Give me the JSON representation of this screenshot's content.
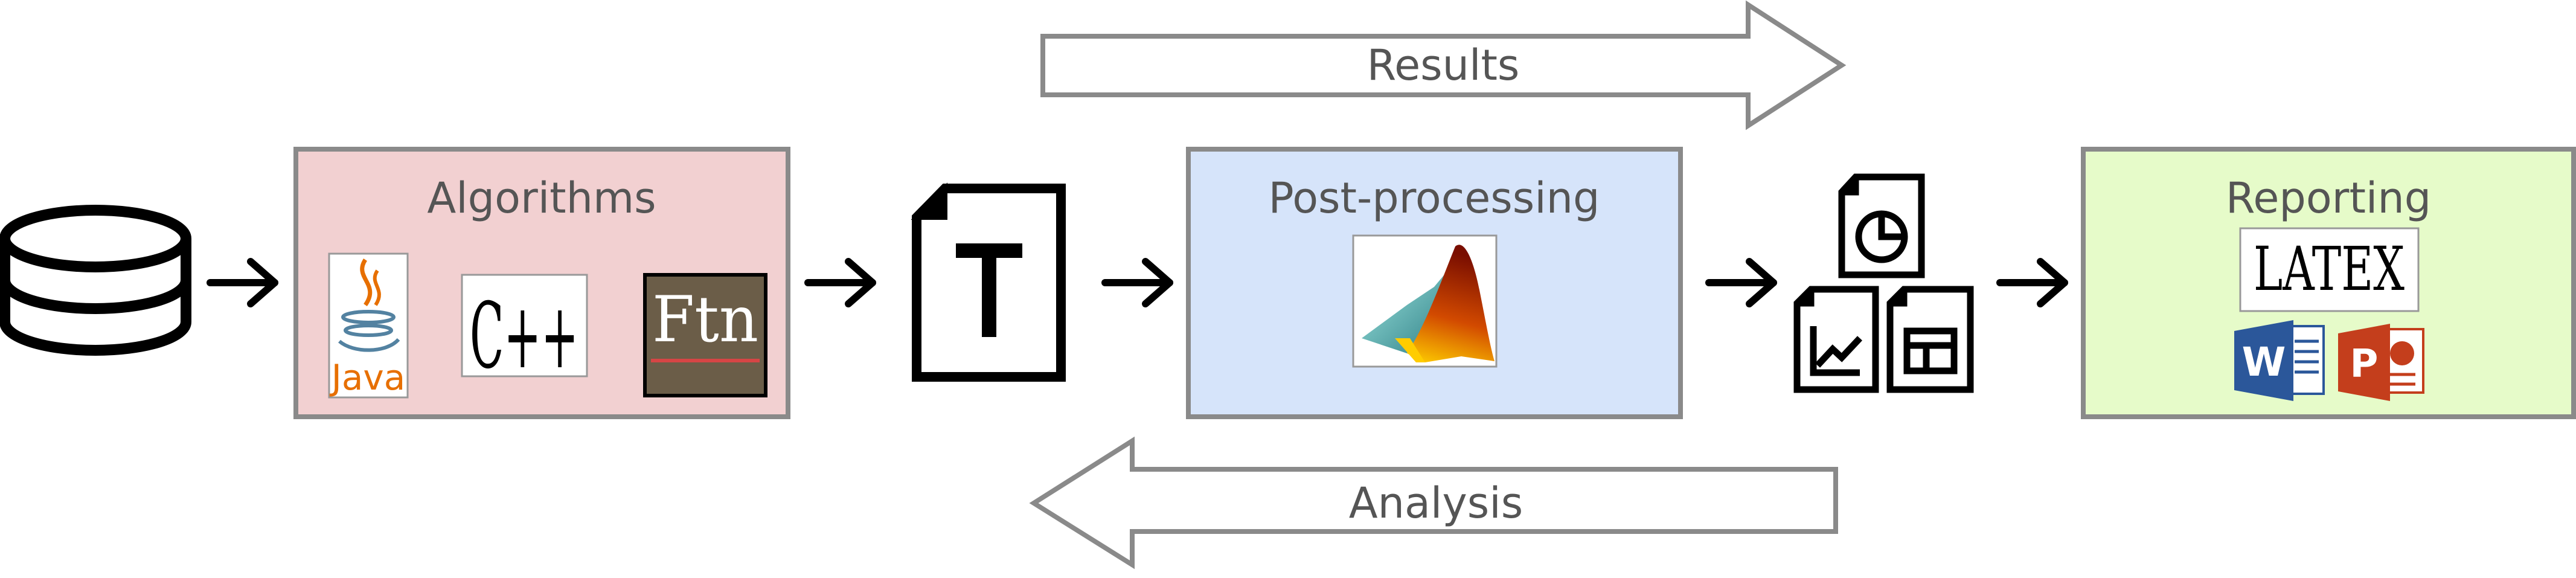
{
  "arrows": {
    "results_label": "Results",
    "analysis_label": "Analysis"
  },
  "stages": {
    "algorithms": {
      "title": "Algorithms",
      "logos": {
        "java_text": "Java",
        "cpp_text": "C++",
        "fortran_text": "Ftn"
      }
    },
    "postprocessing": {
      "title": "Post-processing"
    },
    "reporting": {
      "title": "Reporting",
      "logos": {
        "latex_text": "LATEX",
        "word_letter": "W",
        "powerpoint_letter": "P"
      }
    }
  },
  "colors": {
    "algorithms_fill": "#f2d0d1",
    "postprocessing_fill": "#d6e4fa",
    "reporting_fill": "#e6fbc9",
    "box_stroke": "#8a8a8a",
    "java_orange": "#e76f00",
    "java_blue": "#5382a1",
    "fortran_bg": "#6b5d48",
    "word_blue": "#2b579a",
    "powerpoint_red": "#c43e1c"
  },
  "icons": [
    "database-icon",
    "text-file-icon",
    "report-files-icon",
    "java-logo",
    "cpp-logo",
    "fortran-logo",
    "matlab-logo",
    "latex-logo",
    "word-logo",
    "powerpoint-logo"
  ]
}
